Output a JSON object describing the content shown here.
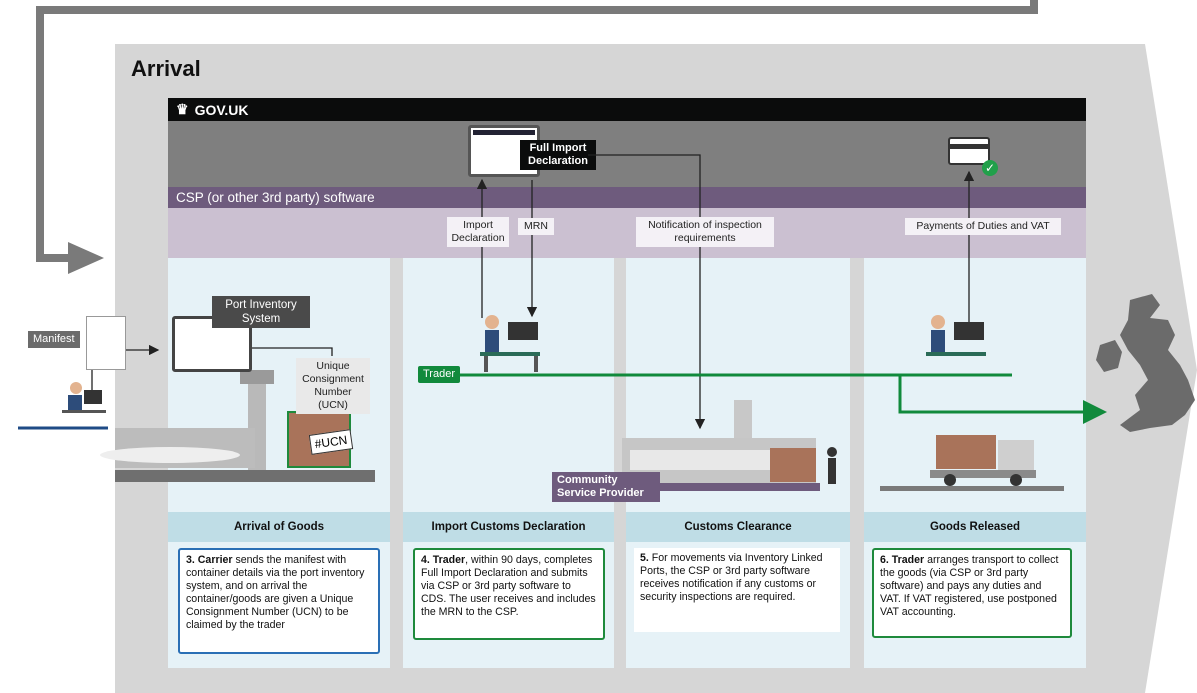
{
  "title": "Arrival",
  "gov_brand": "GOV.UK",
  "csp_bar_label": "CSP (or other 3rd party) software",
  "full_import_declaration": "Full Import Declaration",
  "manifest_label": "Manifest",
  "port_inventory_label": "Port Inventory System",
  "ucn_label": "Unique Consignment Number (UCN)",
  "ucn_tag": "#UCN",
  "trader_label": "Trader",
  "community_service_label": "Community Service Provider",
  "flows": {
    "import_declaration": "Import Declaration",
    "mrn": "MRN",
    "notification": "Notification of inspection requirements",
    "payments": "Payments of Duties and VAT"
  },
  "stages": [
    {
      "title": "Arrival of Goods",
      "lead": "3. Carrier",
      "text": " sends the manifest with container details via the port inventory system, and on arrival the container/goods are given a Unique Consignment Number (UCN) to be claimed by the trader"
    },
    {
      "title": "Import Customs Declaration",
      "lead": "4. Trader",
      "text": ", within 90 days, completes Full Import Declaration and submits via CSP or 3rd party software to CDS. The user receives and includes the MRN to the CSP."
    },
    {
      "title": "Customs Clearance",
      "lead": "5.",
      "text": " For movements via Inventory Linked Ports, the CSP or 3rd party software receives notification if any customs or security inspections are required."
    },
    {
      "title": "Goods Released",
      "lead": "6. Trader",
      "text": " arranges transport to collect the goods (via CSP or 3rd party software) and pays any duties and VAT. If VAT registered, use postponed VAT accounting."
    }
  ],
  "colors": {
    "gov_black": "#0b0c0c",
    "csp_purple": "#6e5b7d",
    "trader_green": "#118a3c",
    "stage3_border": "#2a6fb5",
    "panel_blue": "#e6f2f7",
    "header_blue": "#bfdde6"
  }
}
